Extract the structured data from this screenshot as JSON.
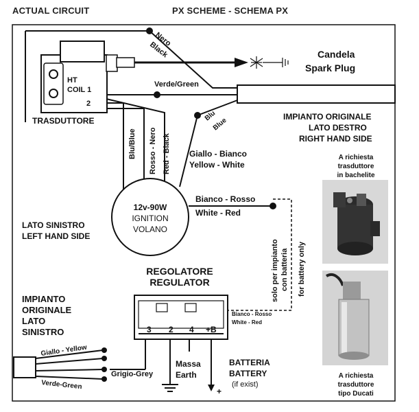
{
  "header": {
    "left": "ACTUAL CIRCUIT",
    "center": "PX SCHEME - SCHEMA PX"
  },
  "coil": {
    "line1": "HT",
    "line2": "COIL 1",
    "terminal": "2",
    "label": "TRASDUTTORE"
  },
  "spark_plug": {
    "line1": "Candela",
    "line2": "Spark Plug"
  },
  "wires": {
    "nero": "Nero",
    "black": "Black",
    "verde_green": "Verde/Green",
    "blu": "Blu",
    "blue": "Blue",
    "blu_blue": "Blu/Blue",
    "rosso_nero": "Rosso - Nero",
    "red_black": "Red - Black",
    "giallo_bianco": "Giallo - Bianco",
    "yellow_white": "Yellow - White",
    "bianco_rosso": "Bianco - Rosso",
    "white_red": "White - Red",
    "bianco_rosso_small": "Bianco - Rosso",
    "white_red_small": "White - Red",
    "giallo_yellow": "Giallo - Yellow",
    "verde_green_bottom": "Verde-Green",
    "grigio_grey": "Grigio-Grey"
  },
  "right_side": {
    "line1": "IMPIANTO ORIGINALE",
    "line2": "LATO DESTRO",
    "line3": "RIGHT HAND SIDE"
  },
  "left_side": {
    "line1": "LATO SINISTRO",
    "line2": "LEFT HAND SIDE"
  },
  "left_original": {
    "line1": "IMPIANTO",
    "line2": "ORIGINALE",
    "line3": "LATO",
    "line4": "SINISTRO"
  },
  "ignition": {
    "line1": "12v-90W",
    "line2": "IGNITION",
    "line3": "VOLANO"
  },
  "regulator": {
    "line1": "REGOLATORE",
    "line2": "REGULATOR",
    "terminals": [
      "3",
      "2",
      "4",
      "+B"
    ]
  },
  "battery_note": {
    "line1": "solo per impianto",
    "line2": "con batteria",
    "line3": "for battery only"
  },
  "ground": {
    "line1": "Massa",
    "line2": "Earth"
  },
  "battery": {
    "line1": "BATTERIA",
    "line2": "BATTERY",
    "line3": "(if exist)",
    "plus": "+"
  },
  "photo_top": {
    "line1": "A richiesta",
    "line2": "trasduttore",
    "line3": "in bachelite"
  },
  "photo_bottom": {
    "line1": "A richiesta",
    "line2": "trasduttore",
    "line3": "tipo Ducati"
  },
  "colors": {
    "ink": "#111111",
    "paper": "#ffffff",
    "photo_bg": "#c9c9c9"
  }
}
